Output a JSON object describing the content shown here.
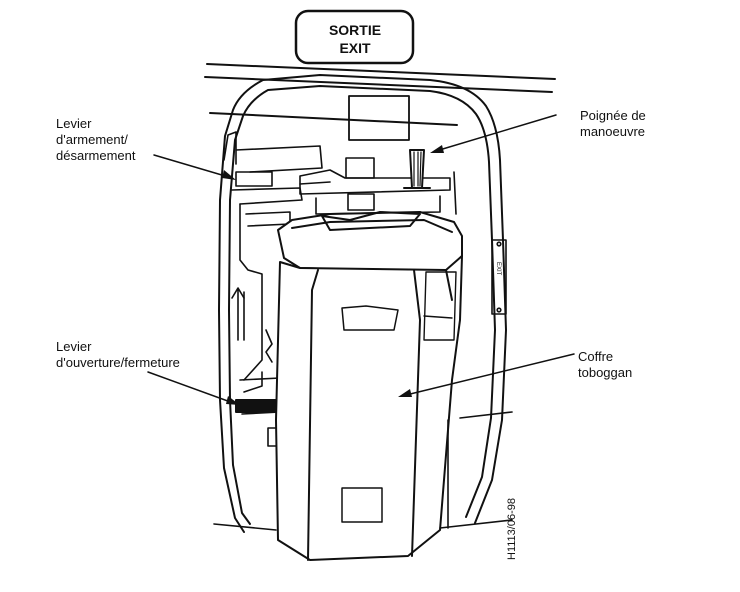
{
  "sign": {
    "line1": "SORTIE",
    "line2": "EXIT"
  },
  "door_strip_text": "EXIT",
  "labels": {
    "arming_lever": [
      "Levier",
      "d'armement/",
      "désarmement"
    ],
    "operating_handle": [
      "Poignée de",
      "manoeuvre"
    ],
    "open_close_lever": [
      "Levier",
      "d'ouverture/fermeture"
    ],
    "slide_pack": [
      "Coffre",
      "toboggan"
    ]
  },
  "reference_code": "H1113/06-98"
}
